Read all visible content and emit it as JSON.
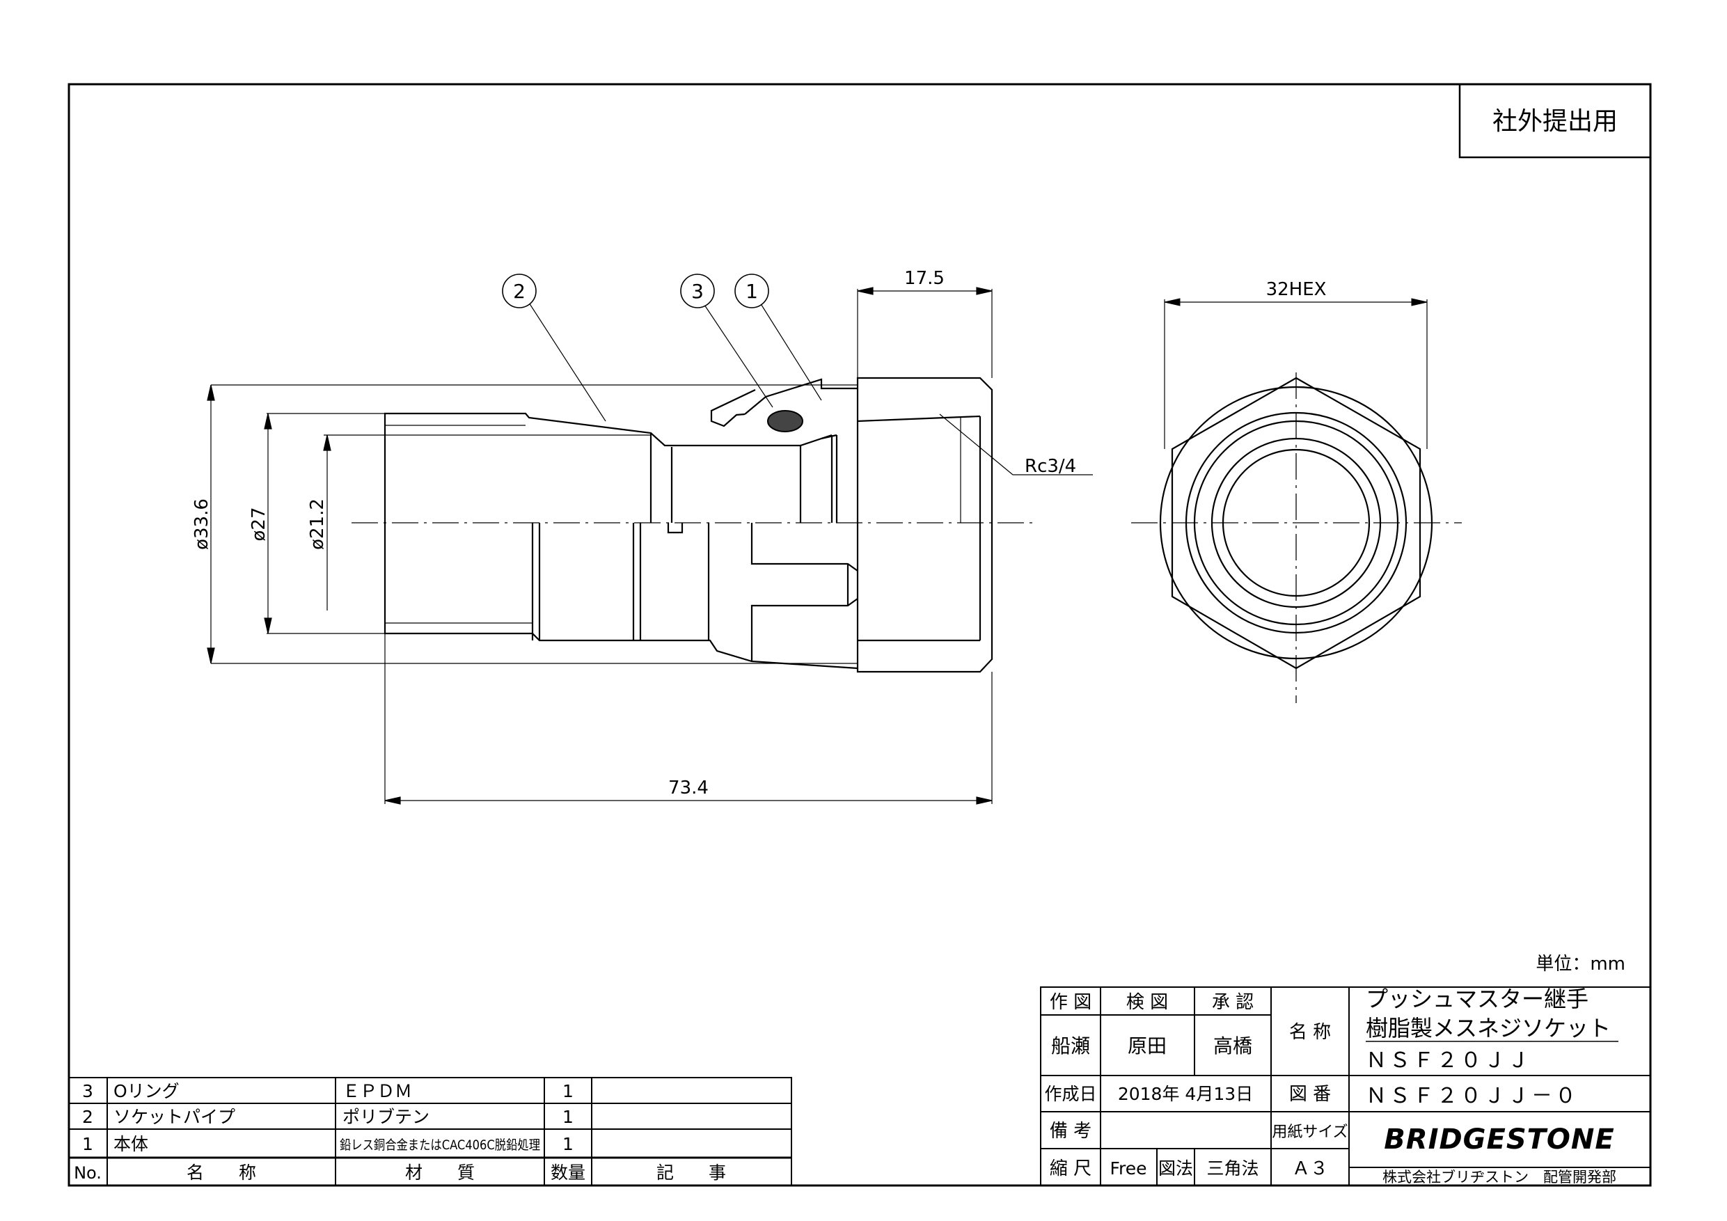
{
  "stamp": "社外提出用",
  "balloons": [
    "2",
    "3",
    "1"
  ],
  "dimensions": {
    "d_face": "17.5",
    "d_hex": "32HEX",
    "d_thread": "Rc3/4",
    "d_outer": "ø33.6",
    "d_mid": "ø27",
    "d_inner": "ø21.2",
    "d_length": "73.4"
  },
  "unit": "単位：mm",
  "parts_table": {
    "headers": {
      "no": "No.",
      "name": "名　　称",
      "material": "材　　質",
      "qty": "数量",
      "note": "記　　事"
    },
    "rows": [
      {
        "no": "3",
        "name": "Oリング",
        "material": "ＥＰＤＭ",
        "qty": "1",
        "note": ""
      },
      {
        "no": "2",
        "name": "ソケットパイプ",
        "material": "ポリブテン",
        "qty": "1",
        "note": ""
      },
      {
        "no": "1",
        "name": "本体",
        "material": "鉛レス銅合金またはCAC406C脱鉛処理",
        "qty": "1",
        "note": ""
      }
    ]
  },
  "title_block": {
    "drawn_label": "作 図",
    "checked_label": "検 図",
    "approved_label": "承 認",
    "drawn_by": "船瀬",
    "checked_by": "原田",
    "approved_by": "高橋",
    "name_label": "名 称",
    "name_line1": "プッシュマスター継手",
    "name_line2": "樹脂製メスネジソケット",
    "name_line3": "ＮＳＦ２０ＪＪ",
    "date_label": "作成日",
    "date": "2018年 4月13日",
    "drawing_no_label": "図 番",
    "drawing_no": "ＮＳＦ２０ＪＪ－０",
    "remarks_label": "備 考",
    "paper_label": "用紙サイズ",
    "paper": "Ａ３",
    "scale_label": "縮 尺",
    "scale": "Free",
    "method_label": "図法",
    "method": "三角法",
    "brand": "BRIDGESTONE",
    "company": "株式会社ブリヂストン　配管開発部"
  }
}
